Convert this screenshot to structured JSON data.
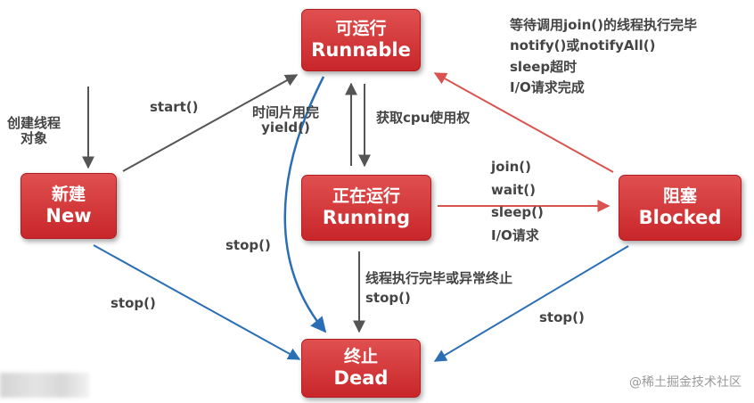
{
  "states": {
    "runnable": {
      "cn": "可运行",
      "en": "Runnable"
    },
    "new": {
      "cn": "新建",
      "en": "New"
    },
    "running": {
      "cn": "正在运行",
      "en": "Running"
    },
    "blocked": {
      "cn": "阻塞",
      "en": "Blocked"
    },
    "dead": {
      "cn": "终止",
      "en": "Dead"
    }
  },
  "labels": {
    "create_thread": [
      "创建线程",
      "对象"
    ],
    "start": "start()",
    "time_slice": [
      "时间片用完",
      "yield()"
    ],
    "get_cpu": "获取cpu使用权",
    "unblock": [
      "等待调用join()的线程执行完毕",
      "notify()或notifyAll()",
      "sleep超时",
      "I/O请求完成"
    ],
    "block": [
      "join()",
      "wait()",
      "sleep()",
      "I/O请求"
    ],
    "stop_runnable": "stop()",
    "stop_new": "stop()",
    "finish": [
      "线程执行完毕或异常终止",
      "stop()"
    ],
    "stop_blocked": "stop()"
  },
  "watermark": "@稀土掘金技术社区",
  "colors": {
    "state_fill": "#d1363a",
    "arrow_gray": "#555555",
    "arrow_red": "#d9534f",
    "arrow_blue": "#2a6fb5"
  }
}
